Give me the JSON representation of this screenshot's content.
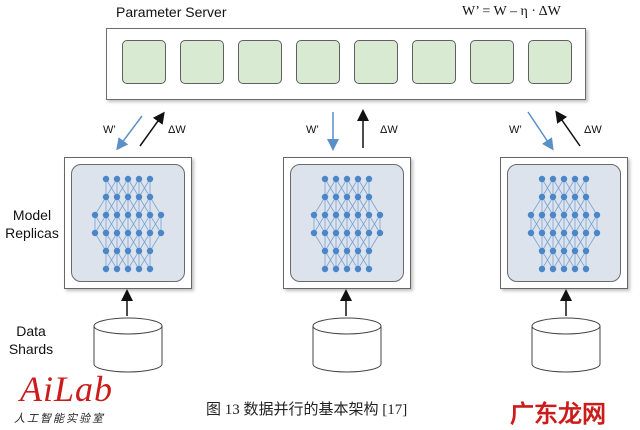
{
  "server": {
    "title": "Parameter Server",
    "formula": "W’ = W – η · ΔW",
    "parameter_blocks": 8
  },
  "labels": {
    "replicas": "Model Replicas",
    "shards": "Data Shards"
  },
  "arrows": {
    "down_label": "W’",
    "up_label": "ΔW"
  },
  "caption": "图 13  数据并行的基本架构  [17]",
  "logo": {
    "text": "AiLab",
    "subtitle": "人工智能实验室"
  },
  "watermark": "广东龙网",
  "colors": {
    "param_fill": "#d9ead3",
    "replica_fill": "#dce3ec",
    "node": "#4a86c8",
    "arrow_blue": "#5b8fc7",
    "logo_red": "#cc1b1b"
  }
}
